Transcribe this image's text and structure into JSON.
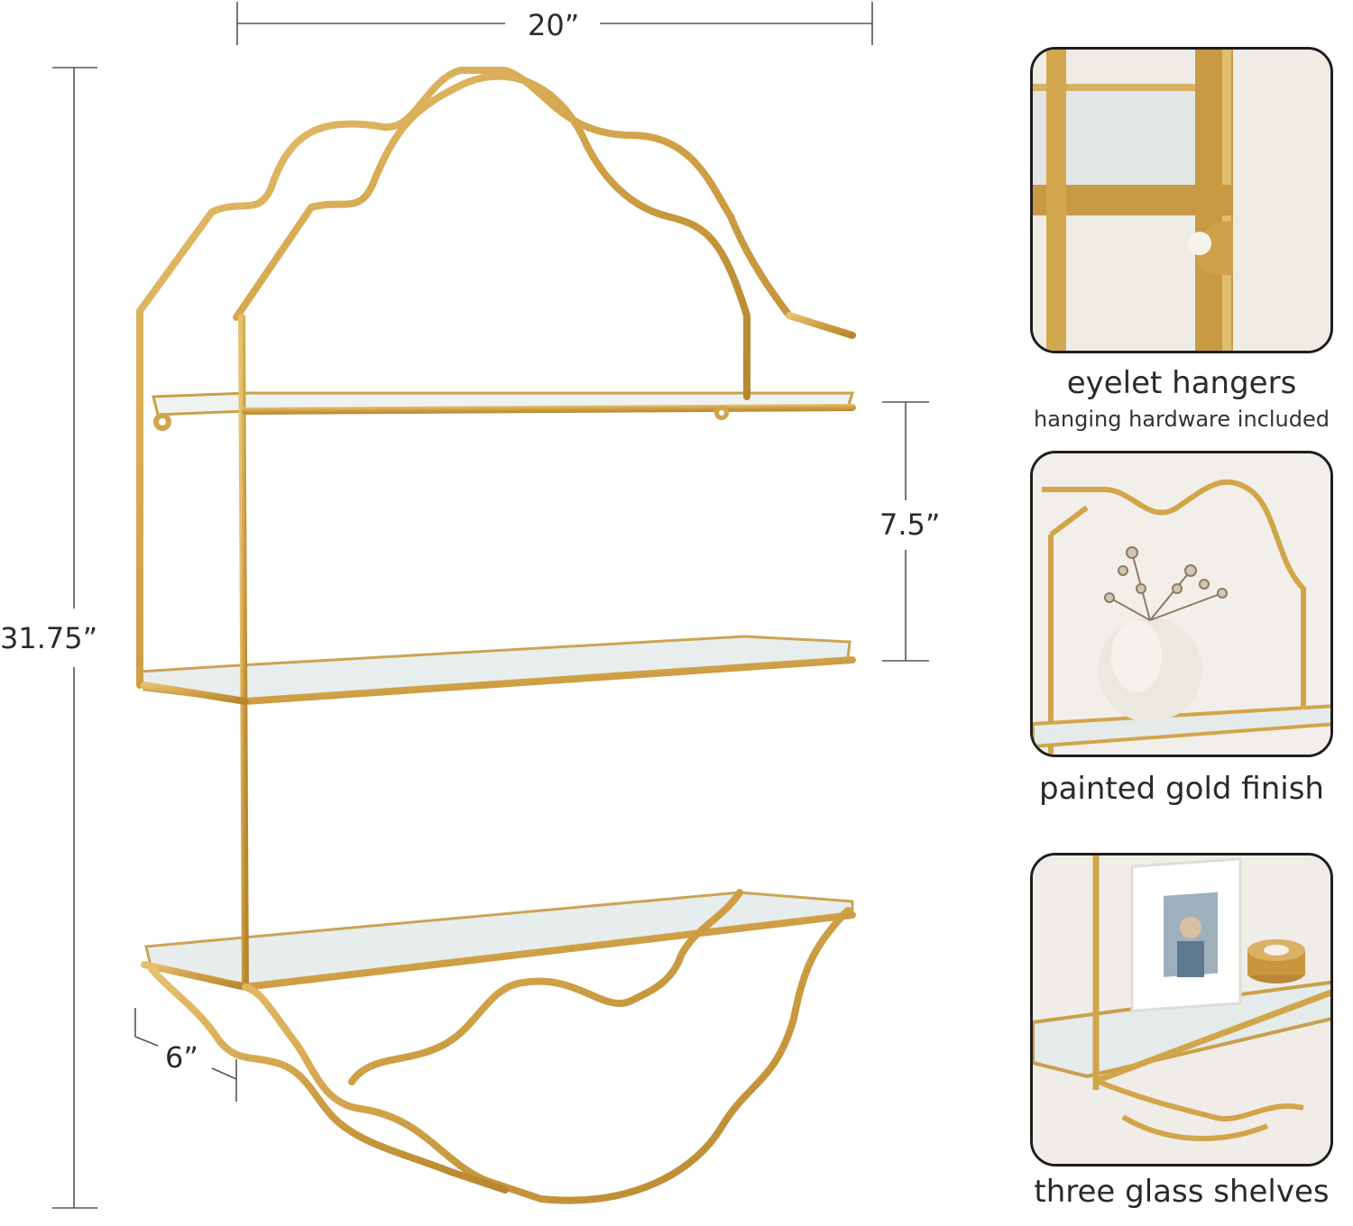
{
  "colors": {
    "gold": "#d2a54a",
    "gold_dark": "#a8782a",
    "glass": "#e9efee",
    "dimension_line": "#555555"
  },
  "dimensions": {
    "width": "20”",
    "height": "31.75”",
    "shelf_spacing": "7.5”",
    "depth": "6”"
  },
  "features": [
    {
      "title": "eyelet hangers",
      "subtitle": "hanging hardware included"
    },
    {
      "title": "painted gold finish"
    },
    {
      "title": "three glass shelves"
    }
  ]
}
